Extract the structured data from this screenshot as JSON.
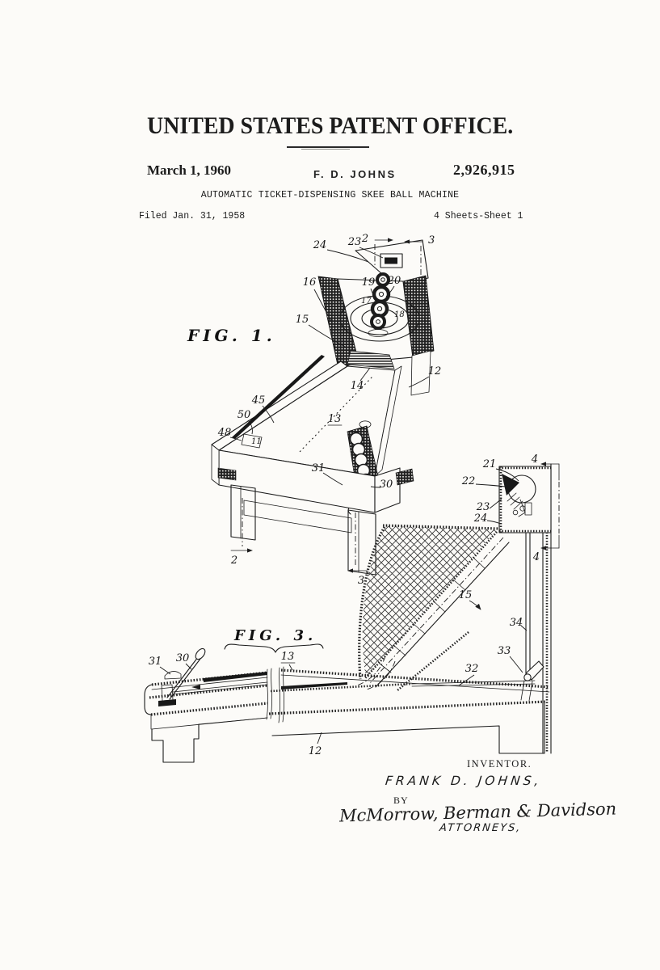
{
  "header": {
    "office_title": "UNITED STATES PATENT OFFICE.",
    "date": "March 1, 1960",
    "inventor_short": "F. D. JOHNS",
    "patent_number": "2,926,915",
    "invention_title": "AUTOMATIC TICKET-DISPENSING SKEE BALL MACHINE",
    "filed": "Filed Jan. 31, 1958",
    "sheet": "4 Sheets-Sheet 1"
  },
  "fig1": {
    "label": "FIG. 1.",
    "refs": {
      "n24": "24",
      "n23": "23",
      "s2": "2",
      "s3": "3",
      "n16": "16",
      "n19": "19",
      "n20": "20",
      "n17": "17",
      "n15": "15",
      "n18": "18",
      "n14": "14",
      "n12": "12",
      "n45": "45",
      "n50": "50",
      "n48": "48",
      "n11": "11",
      "n13": "13",
      "n31": "31",
      "n30": "30",
      "s2b": "2",
      "s3b": "3"
    }
  },
  "fig3": {
    "label": "FIG. 3.",
    "refs": {
      "n21": "21",
      "s4a": "4",
      "n22": "22",
      "n23": "23",
      "n24": "24",
      "s4b": "4",
      "n15": "15",
      "n34": "34",
      "n33": "33",
      "n32": "32",
      "n31": "31",
      "n30": "30",
      "n13": "13",
      "n12": "12"
    }
  },
  "signature": {
    "inventor_caption": "INVENTOR.",
    "inventor_name": "FRANK D. JOHNS,",
    "by_label": "BY",
    "firm": "McMorrow, Berman & Davidson",
    "attorneys": "ATTORNEYS,"
  }
}
